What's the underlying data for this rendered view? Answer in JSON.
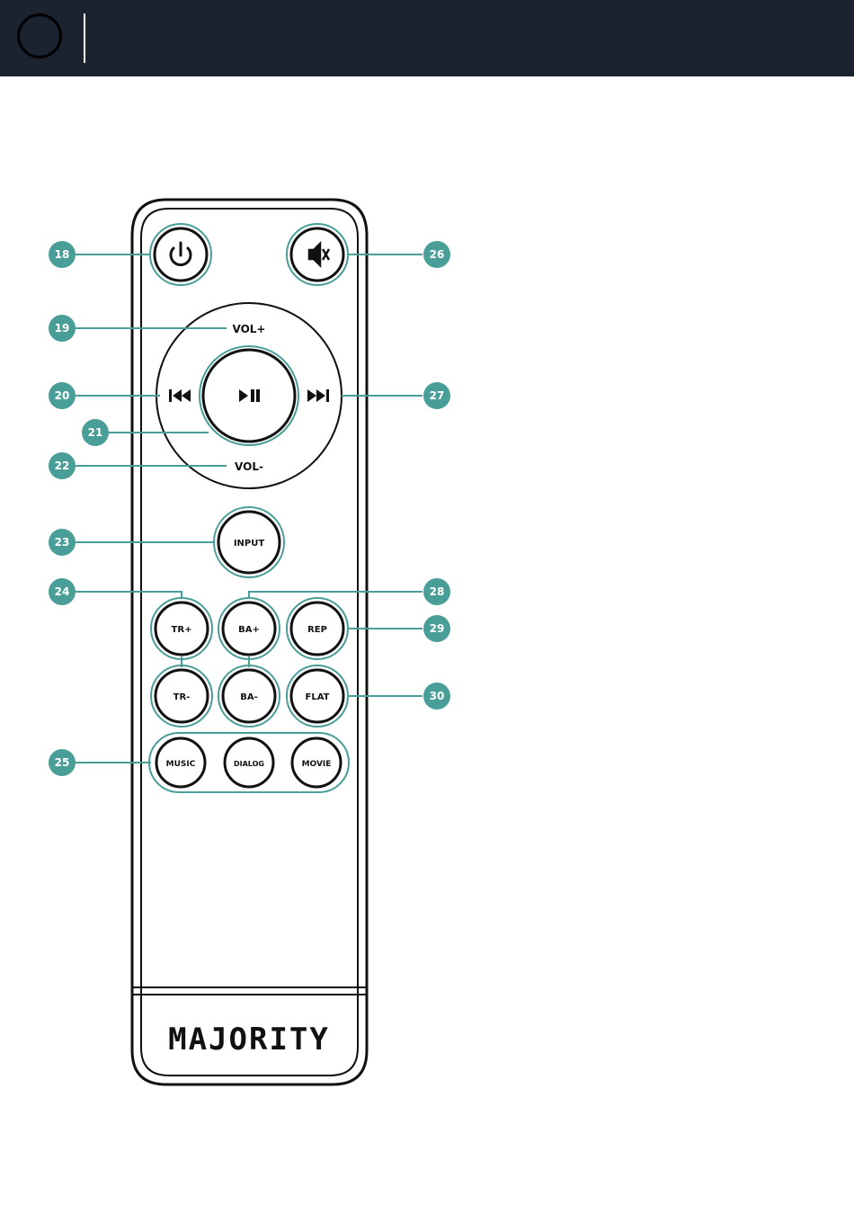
{
  "colors": {
    "header_bg": "#1b2230",
    "accent": "#4a9e98",
    "ink": "#111111"
  },
  "buttons": {
    "power_icon": "power-icon",
    "mute_icon": "mute-icon",
    "vol_up": "VOL+",
    "vol_down": "VOL-",
    "prev_icon": "prev-track-icon",
    "next_icon": "next-track-icon",
    "play_pause_icon": "play-pause-icon",
    "input": "INPUT",
    "treble_up": "TR+",
    "treble_down": "TR-",
    "bass_up": "BA+",
    "bass_down": "BA-",
    "rep": "REP",
    "flat": "FLAT",
    "music": "MUSIC",
    "dialog": "DIALOG",
    "movie": "MOVIE"
  },
  "brand": "MAJORITY",
  "callouts": {
    "c18": "18",
    "c19": "19",
    "c20": "20",
    "c21": "21",
    "c22": "22",
    "c23": "23",
    "c24": "24",
    "c25": "25",
    "c26": "26",
    "c27": "27",
    "c28": "28",
    "c29": "29",
    "c30": "30"
  }
}
